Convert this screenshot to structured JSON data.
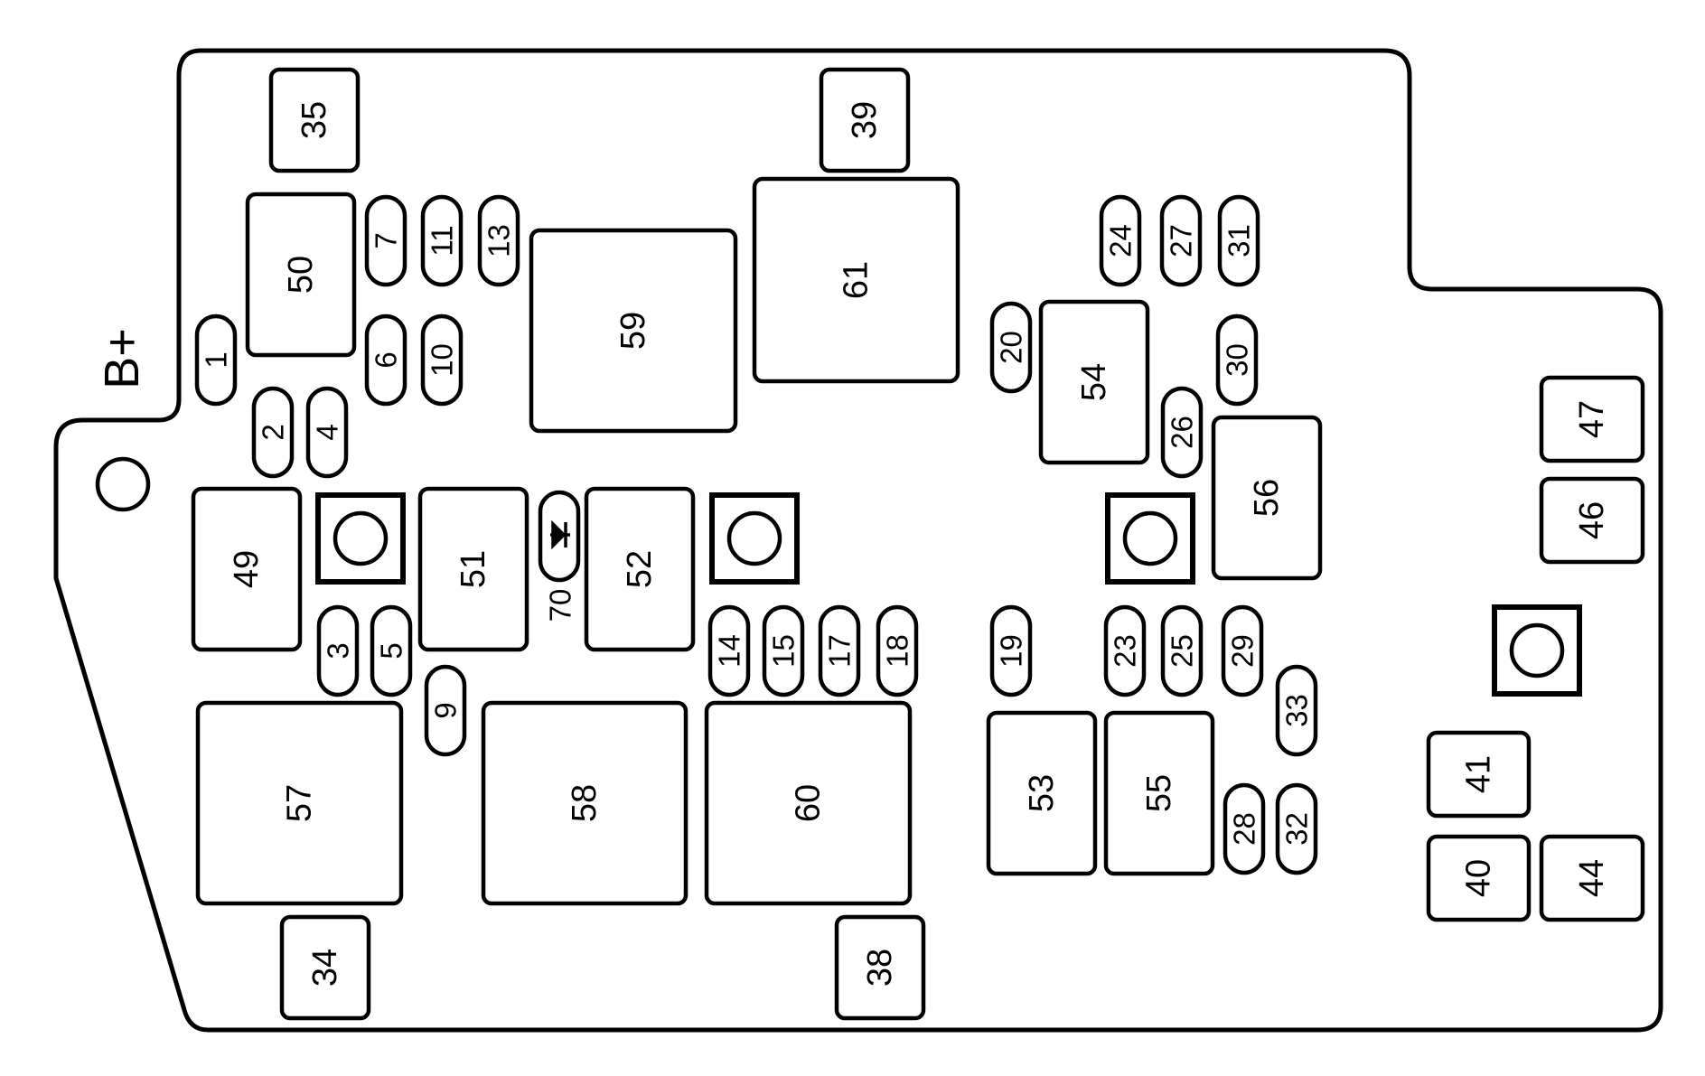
{
  "battery_label": "B+",
  "relays": [
    {
      "id": "35",
      "label": "35"
    },
    {
      "id": "39",
      "label": "39"
    },
    {
      "id": "50",
      "label": "50"
    },
    {
      "id": "59",
      "label": "59"
    },
    {
      "id": "61",
      "label": "61"
    },
    {
      "id": "54",
      "label": "54"
    },
    {
      "id": "47",
      "label": "47"
    },
    {
      "id": "46",
      "label": "46"
    },
    {
      "id": "56",
      "label": "56"
    },
    {
      "id": "49",
      "label": "49"
    },
    {
      "id": "51",
      "label": "51"
    },
    {
      "id": "52",
      "label": "52"
    },
    {
      "id": "57",
      "label": "57"
    },
    {
      "id": "58",
      "label": "58"
    },
    {
      "id": "60",
      "label": "60"
    },
    {
      "id": "53",
      "label": "53"
    },
    {
      "id": "55",
      "label": "55"
    },
    {
      "id": "41",
      "label": "41"
    },
    {
      "id": "40",
      "label": "40"
    },
    {
      "id": "44",
      "label": "44"
    },
    {
      "id": "34",
      "label": "34"
    },
    {
      "id": "38",
      "label": "38"
    }
  ],
  "fuses": [
    {
      "id": "1",
      "label": "1"
    },
    {
      "id": "2",
      "label": "2"
    },
    {
      "id": "4",
      "label": "4"
    },
    {
      "id": "6",
      "label": "6"
    },
    {
      "id": "7",
      "label": "7"
    },
    {
      "id": "10",
      "label": "10"
    },
    {
      "id": "11",
      "label": "11"
    },
    {
      "id": "13",
      "label": "13"
    },
    {
      "id": "3",
      "label": "3"
    },
    {
      "id": "5",
      "label": "5"
    },
    {
      "id": "9",
      "label": "9"
    },
    {
      "id": "14",
      "label": "14"
    },
    {
      "id": "15",
      "label": "15"
    },
    {
      "id": "17",
      "label": "17"
    },
    {
      "id": "18",
      "label": "18"
    },
    {
      "id": "19",
      "label": "19"
    },
    {
      "id": "20",
      "label": "20"
    },
    {
      "id": "23",
      "label": "23"
    },
    {
      "id": "24",
      "label": "24"
    },
    {
      "id": "25",
      "label": "25"
    },
    {
      "id": "26",
      "label": "26"
    },
    {
      "id": "27",
      "label": "27"
    },
    {
      "id": "28",
      "label": "28"
    },
    {
      "id": "29",
      "label": "29"
    },
    {
      "id": "30",
      "label": "30"
    },
    {
      "id": "31",
      "label": "31"
    },
    {
      "id": "32",
      "label": "32"
    },
    {
      "id": "33",
      "label": "33"
    }
  ],
  "diode": {
    "id": "70",
    "label": "70"
  }
}
